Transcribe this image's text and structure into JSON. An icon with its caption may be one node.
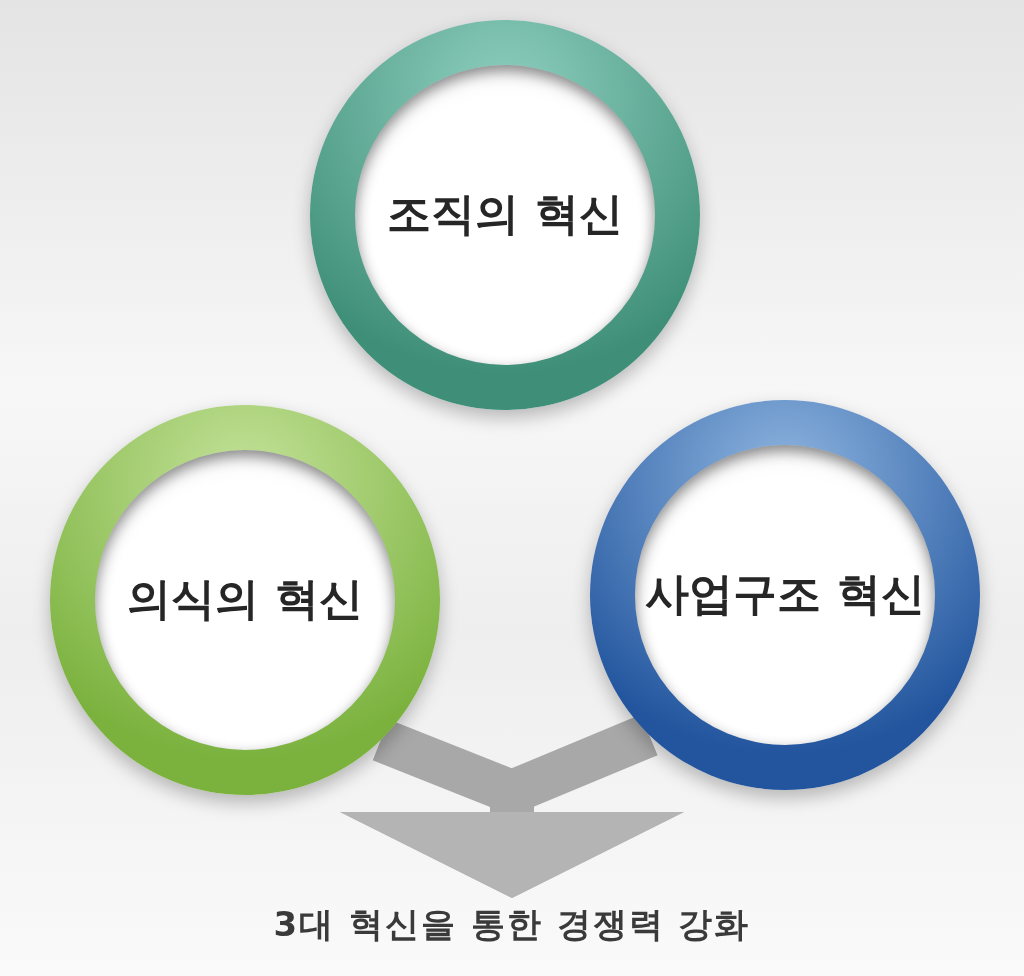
{
  "diagram": {
    "nodes": [
      {
        "text": [
          "조직의 혁신"
        ]
      },
      {
        "text": [
          "의식의 혁신"
        ]
      },
      {
        "text": [
          "사업구조 혁신"
        ]
      },
      {
        "text": [
          "3대 혁신을 통한 경쟁력 강화"
        ]
      }
    ],
    "edges": [
      {
        "from": 1,
        "to": 3,
        "arrow": "to"
      },
      {
        "from": 2,
        "to": 3,
        "arrow": "to"
      }
    ]
  }
}
